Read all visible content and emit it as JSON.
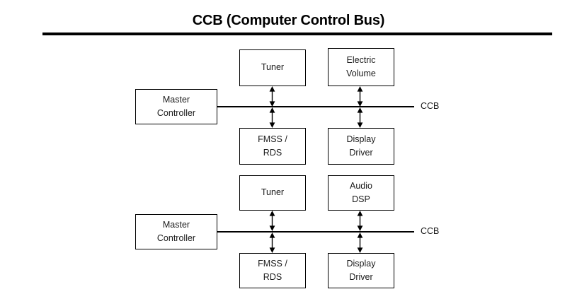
{
  "page": {
    "title": "CCB (Computer Control Bus)",
    "background_color": "#ffffff",
    "line_color": "#000000",
    "text_color": "#1a1a1a"
  },
  "diagram": {
    "type": "block-diagram",
    "bus_name": "CCB",
    "sections": [
      {
        "id": "section-top",
        "bus_label": "CCB",
        "controller": {
          "label_line1": "Master",
          "label_line2": "Controller"
        },
        "devices_above": [
          {
            "label_line1": "Tuner",
            "label_line2": ""
          },
          {
            "label_line1": "Electric",
            "label_line2": "Volume"
          }
        ],
        "devices_below": [
          {
            "label_line1": "FMSS /",
            "label_line2": "RDS"
          },
          {
            "label_line1": "Display",
            "label_line2": "Driver"
          }
        ]
      },
      {
        "id": "section-bottom",
        "bus_label": "CCB",
        "controller": {
          "label_line1": "Master",
          "label_line2": "Controller"
        },
        "devices_above": [
          {
            "label_line1": "Tuner",
            "label_line2": ""
          },
          {
            "label_line1": "Audio",
            "label_line2": "DSP"
          }
        ],
        "devices_below": [
          {
            "label_line1": "FMSS /",
            "label_line2": "RDS"
          },
          {
            "label_line1": "Display",
            "label_line2": "Driver"
          }
        ]
      }
    ]
  }
}
